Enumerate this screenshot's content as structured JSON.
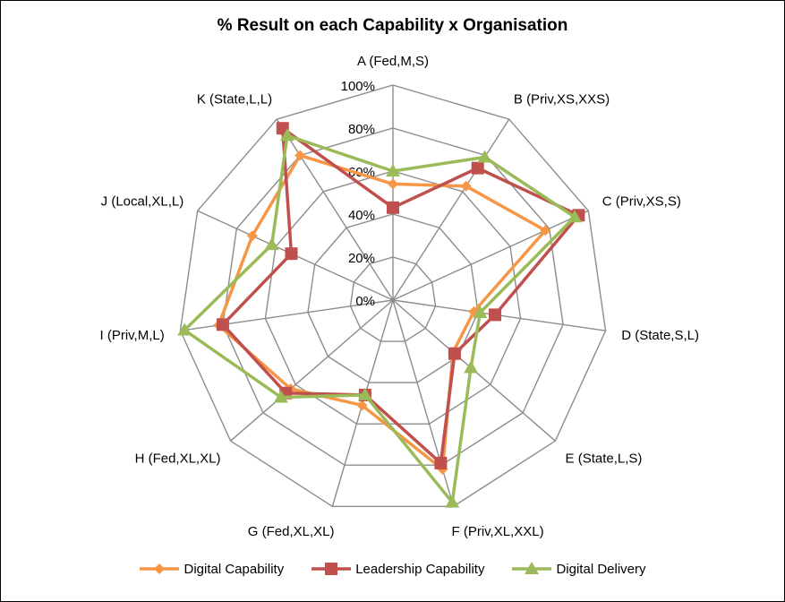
{
  "chart_data": {
    "type": "radar",
    "title": "% Result on each Capability x Organisation",
    "categories": [
      "A (Fed,M,S)",
      "B (Priv,XS,XXS)",
      "C (Priv,XS,S)",
      "D (State,S,L)",
      "E (State,L,S)",
      "F (Priv,XL,XXL)",
      "G (Fed,XL,XL)",
      "H (Fed,XL,XL)",
      "I (Priv,M,L)",
      "J (Local,XL,L)",
      "K (State,L,L)"
    ],
    "axis": {
      "min": 0,
      "max": 100,
      "step": 20,
      "tick_labels": [
        "0%",
        "20%",
        "40%",
        "60%",
        "80%",
        "100%"
      ]
    },
    "series": [
      {
        "name": "Digital Capability",
        "color": "#F79646",
        "marker": "diamond",
        "values": [
          54,
          63,
          78,
          38,
          37,
          82,
          51,
          63,
          82,
          72,
          80
        ]
      },
      {
        "name": "Leadership Capability",
        "color": "#C0504D",
        "marker": "square",
        "values": [
          43,
          73,
          95,
          48,
          38,
          79,
          46,
          66,
          80,
          52,
          95
        ]
      },
      {
        "name": "Digital Delivery",
        "color": "#9BBB59",
        "marker": "triangle",
        "values": [
          60,
          79,
          93,
          41,
          48,
          98,
          46,
          69,
          98,
          62,
          91
        ]
      }
    ],
    "legend_position": "bottom",
    "grid": true
  }
}
